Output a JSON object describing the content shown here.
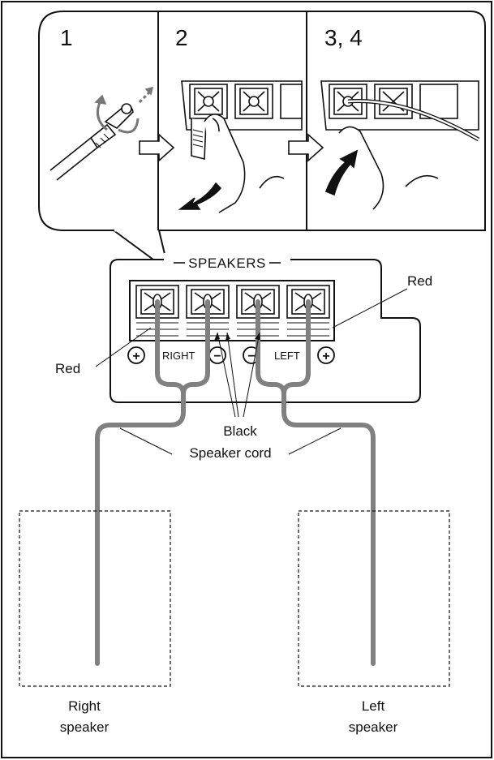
{
  "steps": [
    "1",
    "2",
    "3, 4"
  ],
  "panel": {
    "title": "SPEAKERS",
    "channels": [
      "RIGHT",
      "LEFT"
    ],
    "plus": "+",
    "minus": "−"
  },
  "labels": {
    "red_left": "Red",
    "red_right": "Red",
    "black": "Black",
    "cord": "Speaker cord",
    "right_speaker": [
      "Right",
      "speaker"
    ],
    "left_speaker": [
      "Left",
      "speaker"
    ]
  },
  "colors": {
    "line": "#111111",
    "cord": "#808080",
    "arrow_fill": "#ffffff"
  }
}
